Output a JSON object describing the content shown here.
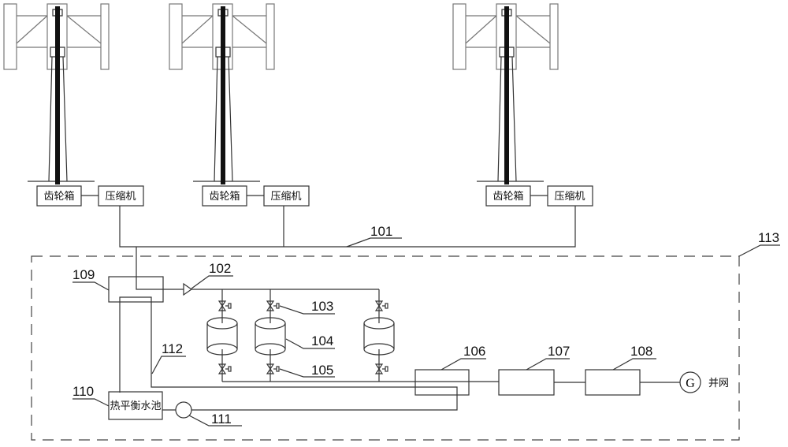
{
  "turbines": [
    {
      "gearbox": "齿轮箱",
      "compressor": "压缩机"
    },
    {
      "gearbox": "齿轮箱",
      "compressor": "压缩机"
    },
    {
      "gearbox": "齿轮箱",
      "compressor": "压缩机"
    }
  ],
  "labels": {
    "pipe_main": "101",
    "check_valve": "102",
    "inlet_valve": "103",
    "gas_tank": "104",
    "outlet_valve": "105",
    "heat_exchanger": "106",
    "unit_107": "107",
    "unit_108": "108",
    "unit_109": "109",
    "pool_label": "110",
    "pump": "111",
    "pipe_112": "112",
    "system_boundary": "113"
  },
  "pool_text": "热平衡水池",
  "generator_symbol": "G",
  "grid_text": "并网"
}
